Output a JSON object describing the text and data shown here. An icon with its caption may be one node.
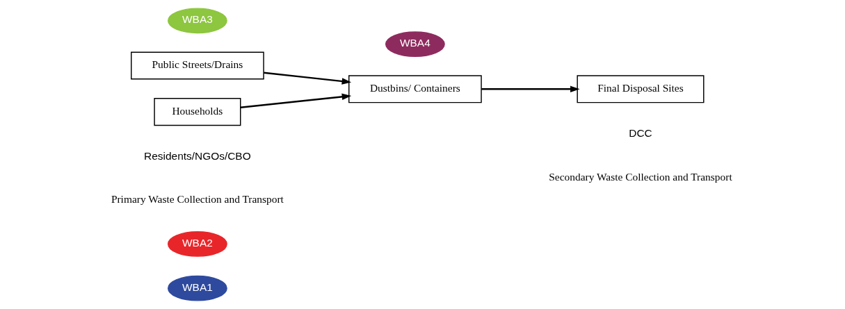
{
  "diagram": {
    "nodes": [
      {
        "text": [
          "WBA1"
        ]
      },
      {
        "text": [
          "WBA2"
        ]
      },
      {
        "text": [
          "Public Streets/Drains"
        ]
      },
      {
        "text": [
          "WBA3"
        ]
      },
      {
        "text": [
          "WBA4"
        ]
      },
      {
        "text": [
          "Households"
        ]
      },
      {
        "text": [
          "Dustbins/ Containers"
        ]
      },
      {
        "text": [
          "Final Disposal Sites"
        ]
      }
    ],
    "edges": [
      {
        "from": 2,
        "to": 6,
        "arrow": "to"
      },
      {
        "from": 5,
        "to": 6,
        "arrow": "to"
      },
      {
        "from": 6,
        "to": 7,
        "arrow": "to"
      }
    ],
    "labels": [
      "Residents/NGOs/CBO",
      "DCC",
      "Primary Waste Collection and Transport",
      "Secondary Waste Collection and Transport"
    ]
  }
}
